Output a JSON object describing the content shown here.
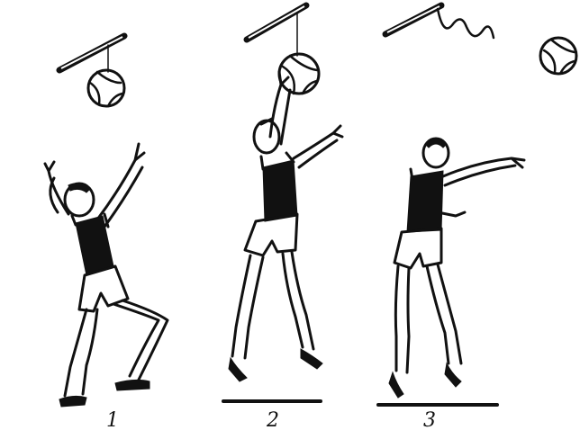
{
  "figures": [
    {
      "id": 1,
      "label": "1"
    },
    {
      "id": 2,
      "label": "2"
    },
    {
      "id": 3,
      "label": "3"
    }
  ],
  "colors": {
    "ink": "#111111",
    "background": "#ffffff"
  }
}
